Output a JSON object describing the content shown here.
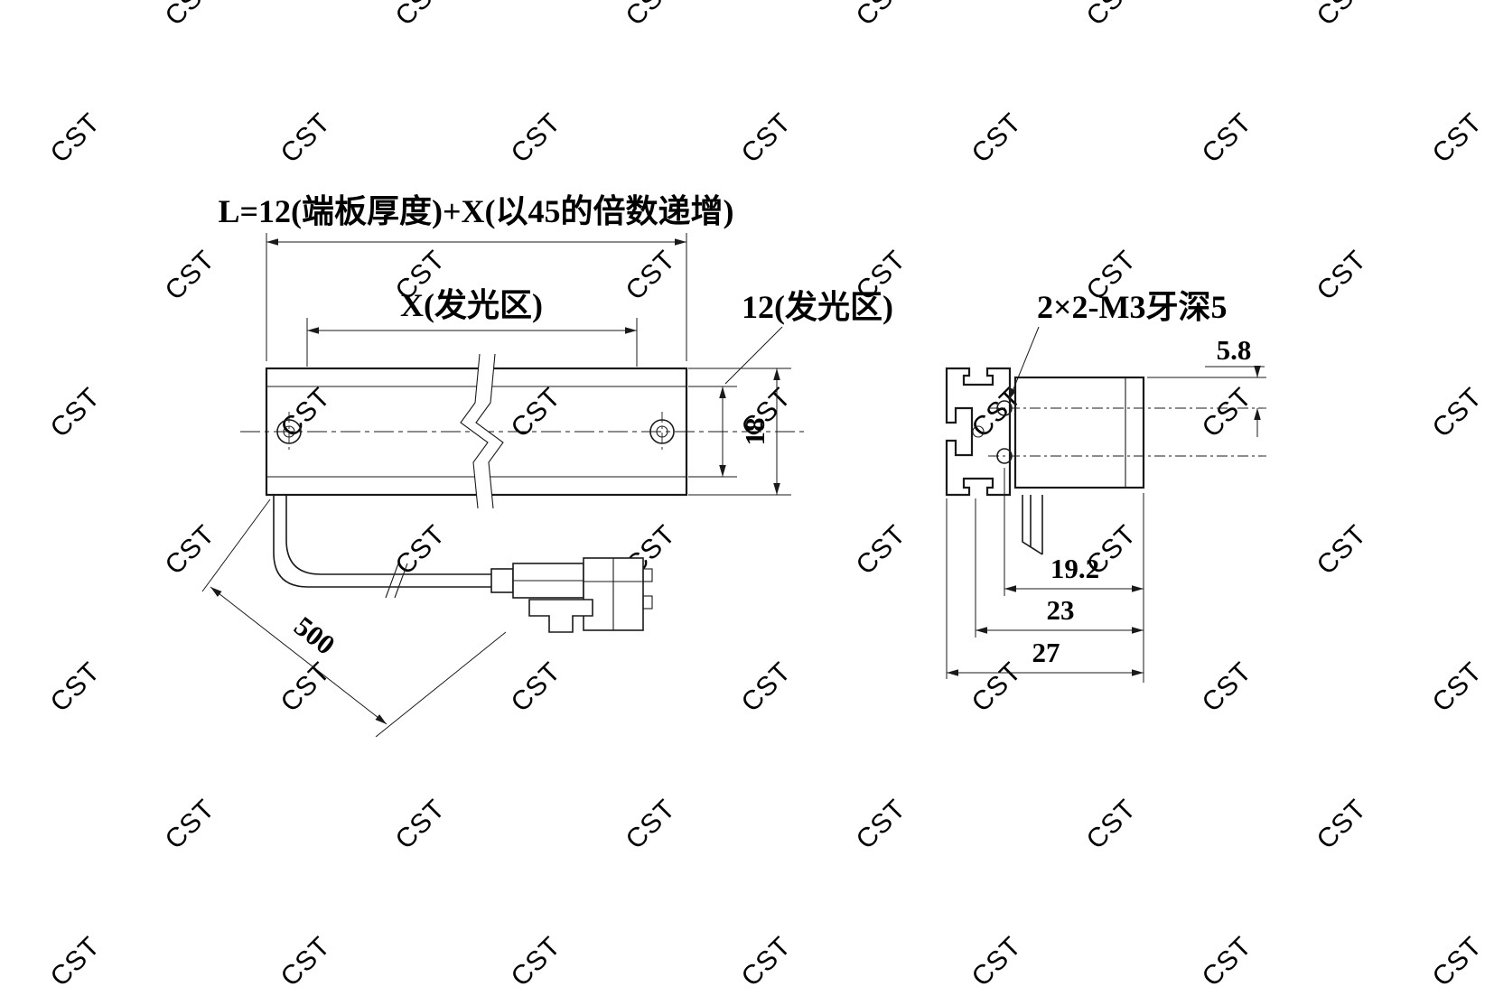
{
  "watermark": {
    "text": "CST",
    "color": "#c8c8c8"
  },
  "title": {
    "formula": "L=12(端板厚度)+X(以45的倍数递增)"
  },
  "front_view": {
    "dim_x": "X(发光区)",
    "dim_12": "12(发光区)",
    "dim_18": "18",
    "dim_500": "500"
  },
  "section_view": {
    "thread_note": "2×2-M3牙深5",
    "dim_5_8": "5.8",
    "dim_19_2": "19.2",
    "dim_23": "23",
    "dim_27": "27"
  }
}
